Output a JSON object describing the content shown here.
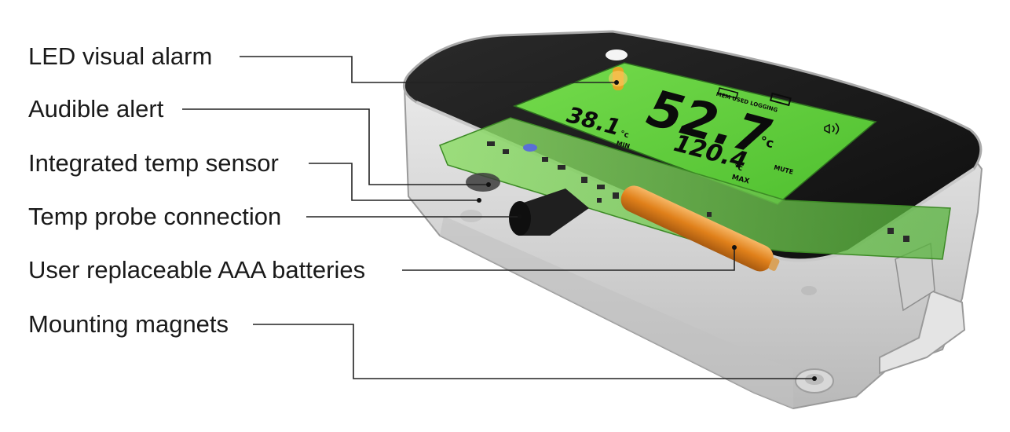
{
  "callouts": [
    {
      "id": "led",
      "label": "LED visual alarm"
    },
    {
      "id": "audible",
      "label": "Audible alert"
    },
    {
      "id": "sensor",
      "label": "Integrated temp sensor"
    },
    {
      "id": "probe",
      "label": "Temp probe connection"
    },
    {
      "id": "batteries",
      "label": "User replaceable AAA batteries"
    },
    {
      "id": "magnets",
      "label": "Mounting magnets"
    }
  ],
  "display": {
    "main_value": "52.7",
    "main_unit": "°c",
    "min_value": "38.1",
    "min_unit": "°c",
    "min_label": "MIN",
    "max_value": "120.4",
    "max_unit": "°c",
    "max_label": "MAX",
    "status_text": "MEM USED LOGGING",
    "mute_label": "MUTE"
  },
  "colors": {
    "lcd_green": "#5ecf3a",
    "battery_orange": "#e58a1f",
    "led_amber": "#f0a020",
    "case_grey": "#d6d6d6",
    "top_black": "#161616"
  }
}
